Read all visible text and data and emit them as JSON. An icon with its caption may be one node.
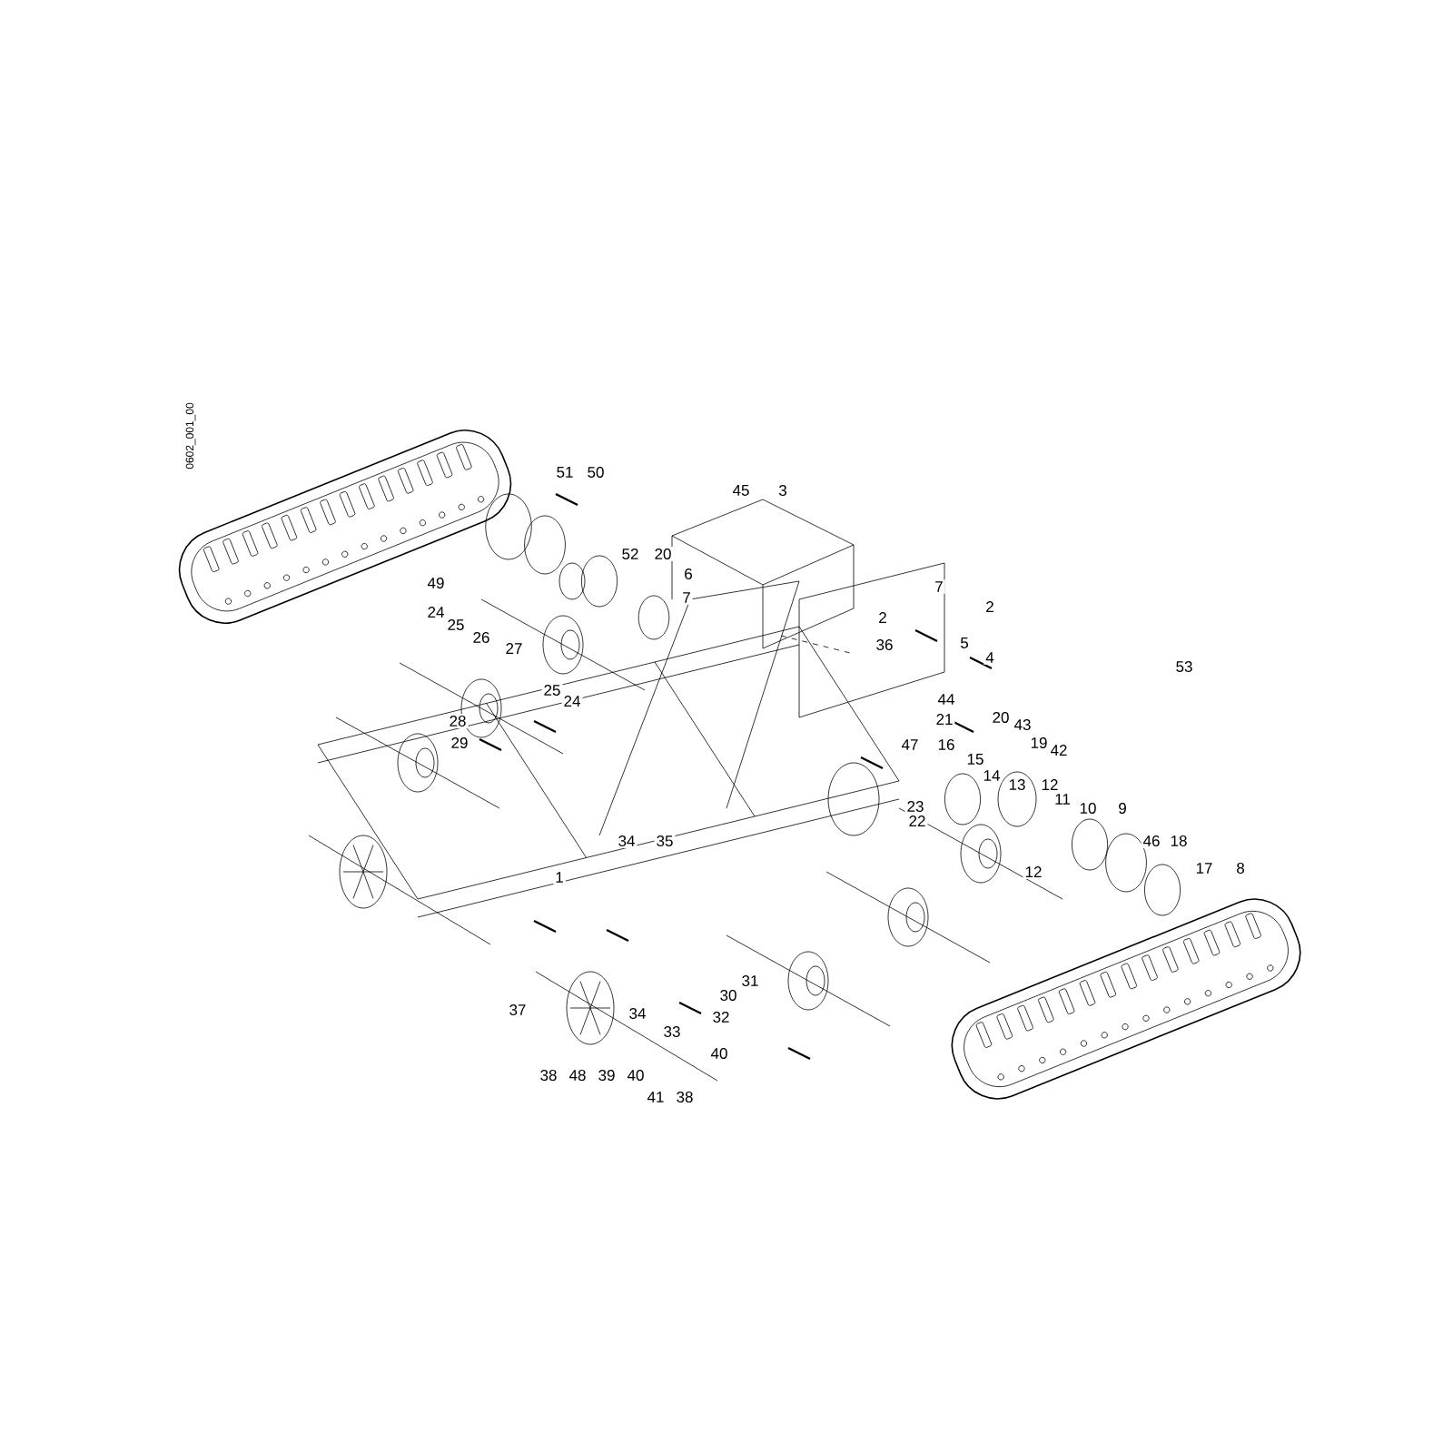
{
  "diagram": {
    "labels": [
      "0602_001_00",
      "51",
      "50",
      "45",
      "3",
      "52",
      "20",
      "49",
      "6",
      "7",
      "7",
      "2",
      "2",
      "36",
      "5",
      "4",
      "24",
      "25",
      "26",
      "27",
      "53",
      "25",
      "24",
      "44",
      "21",
      "20",
      "43",
      "19",
      "42",
      "28",
      "29",
      "47",
      "16",
      "15",
      "14",
      "13",
      "12",
      "11",
      "23",
      "22",
      "10",
      "9",
      "46",
      "18",
      "17",
      "8",
      "34",
      "35",
      "1",
      "12",
      "31",
      "30",
      "34",
      "32",
      "37",
      "33",
      "40",
      "38",
      "48",
      "39",
      "40",
      "41",
      "38"
    ]
  }
}
